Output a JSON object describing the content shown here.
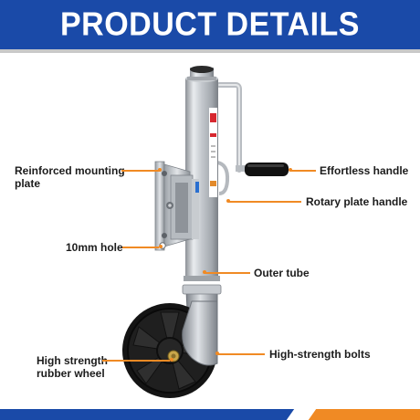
{
  "header": {
    "title": "PRODUCT DETAILS"
  },
  "labels": {
    "mounting_plate": "Reinforced mounting\nplate",
    "effortless_handle": "Effortless handle",
    "rotary_handle": "Rotary plate handle",
    "hole": "10mm hole",
    "outer_tube": "Outer tube",
    "bolts": "High-strength bolts",
    "wheel": "High strength\nrubber wheel"
  },
  "colors": {
    "banner": "#1a4aa8",
    "accent": "#f08a24",
    "text": "#1c1c1c"
  }
}
